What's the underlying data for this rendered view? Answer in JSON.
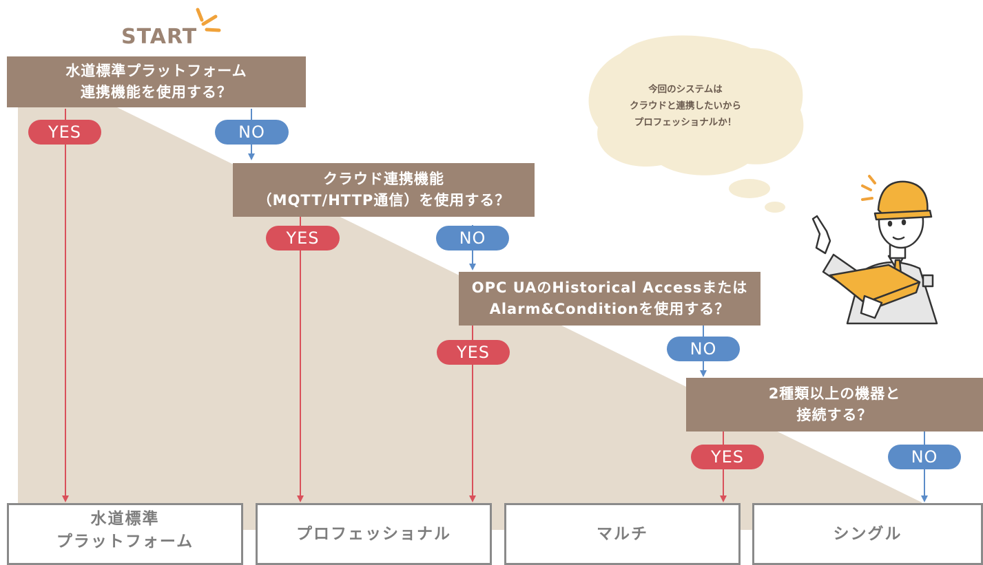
{
  "start": "START",
  "questions": [
    {
      "line1": "水道標準プラットフォーム",
      "line2": "連携機能を使用する？"
    },
    {
      "line1": "クラウド連携機能",
      "line2": "（MQTT/HTTP通信）を使用する？"
    },
    {
      "line1": "OPC UAのHistorical Accessまたは",
      "line2": "Alarm&Conditionを使用する？"
    },
    {
      "line1": "2種類以上の機器と",
      "line2": "接続する？"
    }
  ],
  "answers": {
    "yes": "YES",
    "no": "NO"
  },
  "results": [
    {
      "line1": "水道標準",
      "line2": "プラットフォーム"
    },
    {
      "line1": "プロフェッショナル"
    },
    {
      "line1": "マルチ"
    },
    {
      "line1": "シングル"
    }
  ],
  "bubble": {
    "lines": [
      "今回のシステムは",
      "クラウドと連携したいから",
      "プロフェッショナルか！"
    ]
  },
  "colors": {
    "question_box": "#9c8473",
    "yes": "#d9505a",
    "no": "#5b8cc8",
    "background_slope": "#e5dbcd",
    "bubble": "#f5ecd3",
    "result_border": "#8a8a8a",
    "result_text": "#7d7d7d"
  }
}
